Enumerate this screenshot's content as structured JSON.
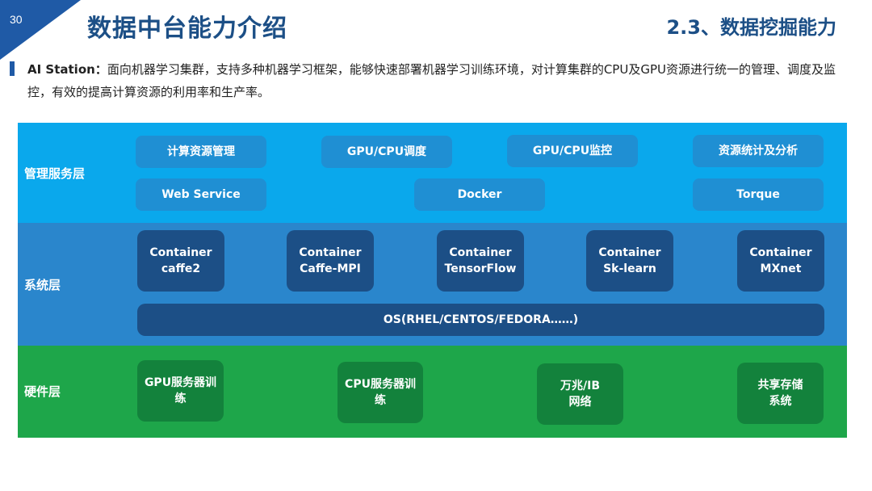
{
  "page_number": "30",
  "title": "数据中台能力介绍",
  "section_title": "2.3、数据挖掘能力",
  "description": {
    "lead": "AI Station：",
    "text": "面向机器学习集群，支持多种机器学习框架，能够快速部署机器学习训练环境，对计算集群的CPU及GPU资源进行统一的管理、调度及监控，有效的提高计算资源的利用率和生产率。"
  },
  "layers": {
    "management": {
      "label": "管理服务层",
      "row1": [
        "计算资源管理",
        "GPU/CPU调度",
        "GPU/CPU监控",
        "资源统计及分析"
      ],
      "row2": [
        "Web Service",
        "Docker",
        "Torque"
      ]
    },
    "system": {
      "label": "系统层",
      "containers": [
        "Container\ncaffe2",
        "Container\nCaffe-MPI",
        "Container\nTensorFlow",
        "Container\nSk-learn",
        "Container\nMXnet"
      ],
      "os": "OS(RHEL/CENTOS/FEDORA……)"
    },
    "hardware": {
      "label": "硬件层",
      "items": [
        "GPU服务器训\n练",
        "CPU服务器训\n练",
        "万兆/IB\n网络",
        "共享存储\n系统"
      ]
    }
  },
  "colors": {
    "management_layer": "#0aa8ec",
    "system_layer": "#2a86cc",
    "hardware_layer": "#1ea64a",
    "title": "#1c4f86"
  }
}
